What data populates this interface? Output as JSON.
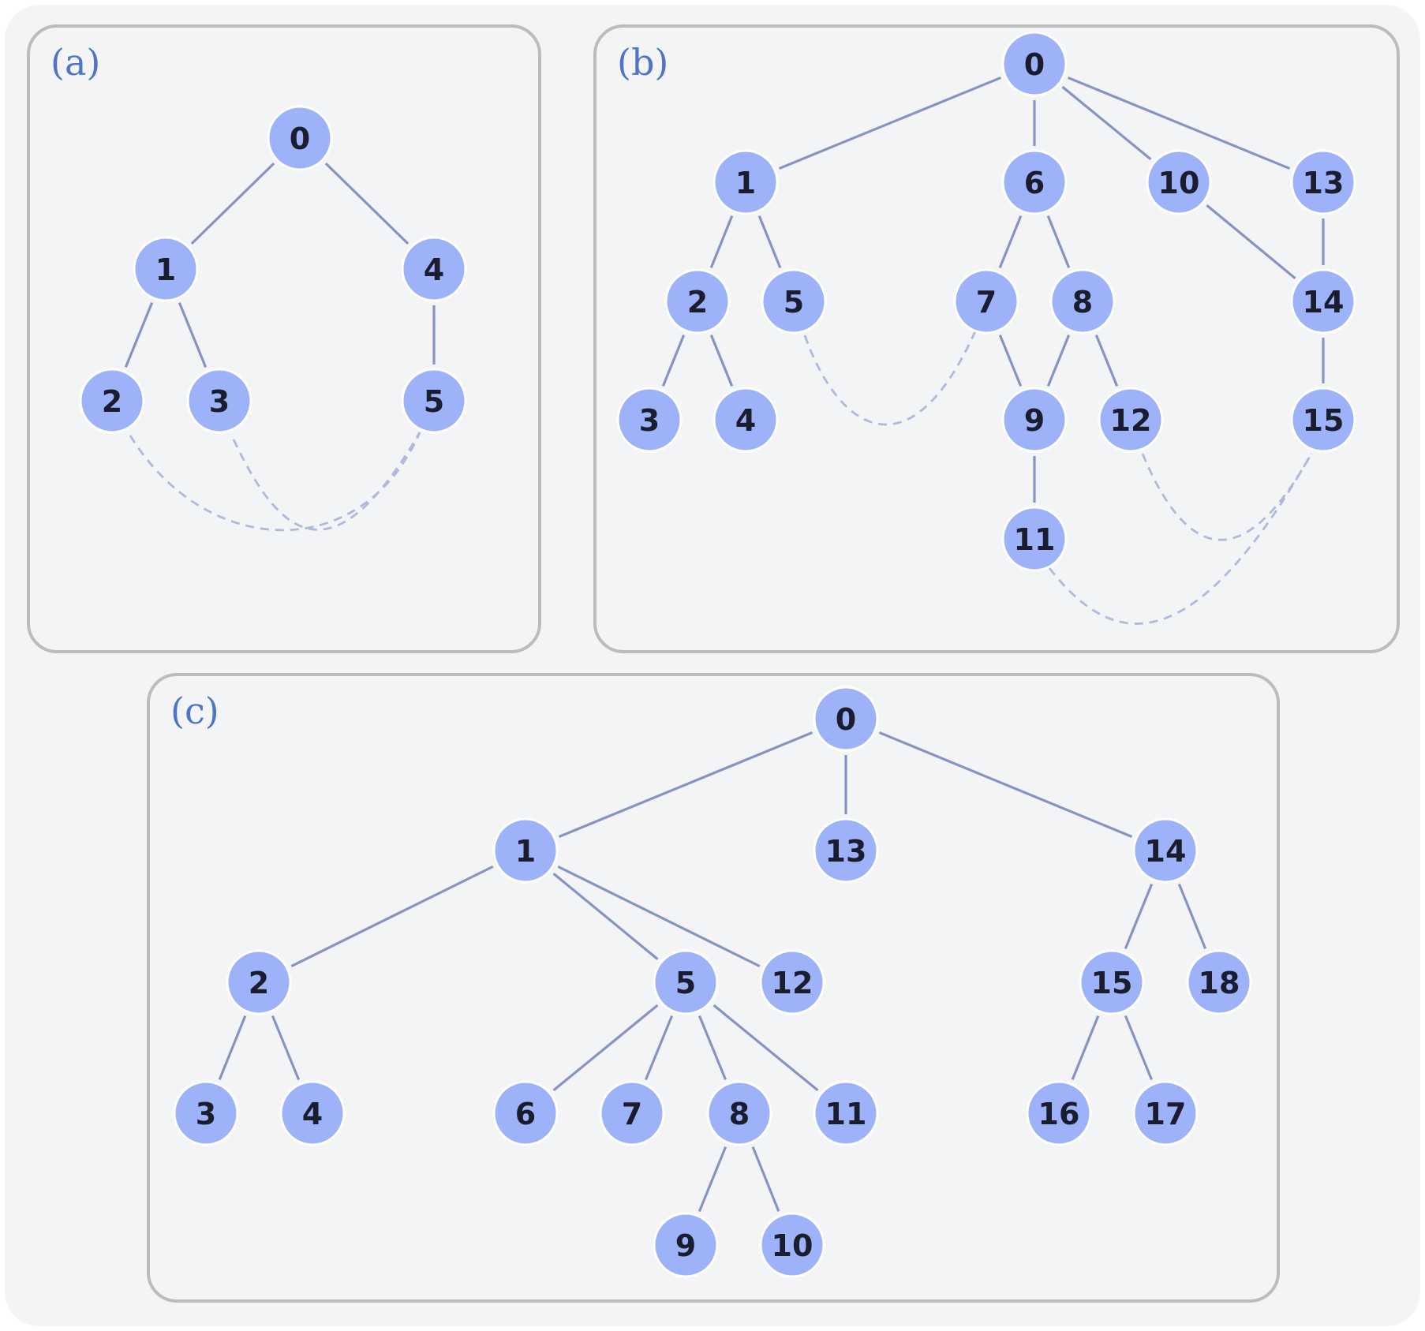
{
  "colors": {
    "background": "#f3f4f6",
    "panel_border": "#bcbcbc",
    "node_fill": "#9eb2fa",
    "node_text": "#1a1d2e",
    "edge": "#8793c4",
    "dashed_edge": "#b0b8dc",
    "panel_label": "#4f74c8"
  },
  "panels": [
    {
      "id": "a",
      "label": "(a)",
      "nodes": [
        "0",
        "1",
        "2",
        "3",
        "4",
        "5"
      ],
      "edges": [
        [
          "0",
          "1"
        ],
        [
          "0",
          "4"
        ],
        [
          "1",
          "2"
        ],
        [
          "1",
          "3"
        ],
        [
          "4",
          "5"
        ]
      ],
      "dashed_edges": [
        [
          "2",
          "5"
        ],
        [
          "3",
          "5"
        ]
      ]
    },
    {
      "id": "b",
      "label": "(b)",
      "nodes": [
        "0",
        "1",
        "2",
        "3",
        "4",
        "5",
        "6",
        "7",
        "8",
        "9",
        "10",
        "11",
        "12",
        "13",
        "14",
        "15"
      ],
      "edges": [
        [
          "0",
          "1"
        ],
        [
          "0",
          "6"
        ],
        [
          "0",
          "10"
        ],
        [
          "0",
          "13"
        ],
        [
          "1",
          "2"
        ],
        [
          "1",
          "5"
        ],
        [
          "2",
          "3"
        ],
        [
          "2",
          "4"
        ],
        [
          "6",
          "7"
        ],
        [
          "6",
          "8"
        ],
        [
          "7",
          "9"
        ],
        [
          "8",
          "9"
        ],
        [
          "8",
          "12"
        ],
        [
          "9",
          "11"
        ],
        [
          "10",
          "14"
        ],
        [
          "13",
          "14"
        ],
        [
          "14",
          "15"
        ]
      ],
      "dashed_edges": [
        [
          "5",
          "7"
        ],
        [
          "12",
          "15"
        ],
        [
          "11",
          "15"
        ]
      ]
    },
    {
      "id": "c",
      "label": "(c)",
      "nodes": [
        "0",
        "1",
        "2",
        "3",
        "4",
        "5",
        "6",
        "7",
        "8",
        "9",
        "10",
        "11",
        "12",
        "13",
        "14",
        "15",
        "16",
        "17",
        "18"
      ],
      "edges": [
        [
          "0",
          "1"
        ],
        [
          "0",
          "13"
        ],
        [
          "0",
          "14"
        ],
        [
          "1",
          "2"
        ],
        [
          "1",
          "5"
        ],
        [
          "1",
          "12"
        ],
        [
          "2",
          "3"
        ],
        [
          "2",
          "4"
        ],
        [
          "5",
          "6"
        ],
        [
          "5",
          "7"
        ],
        [
          "5",
          "8"
        ],
        [
          "5",
          "11"
        ],
        [
          "8",
          "9"
        ],
        [
          "8",
          "10"
        ],
        [
          "14",
          "15"
        ],
        [
          "14",
          "18"
        ],
        [
          "15",
          "16"
        ],
        [
          "15",
          "17"
        ]
      ],
      "dashed_edges": []
    }
  ]
}
